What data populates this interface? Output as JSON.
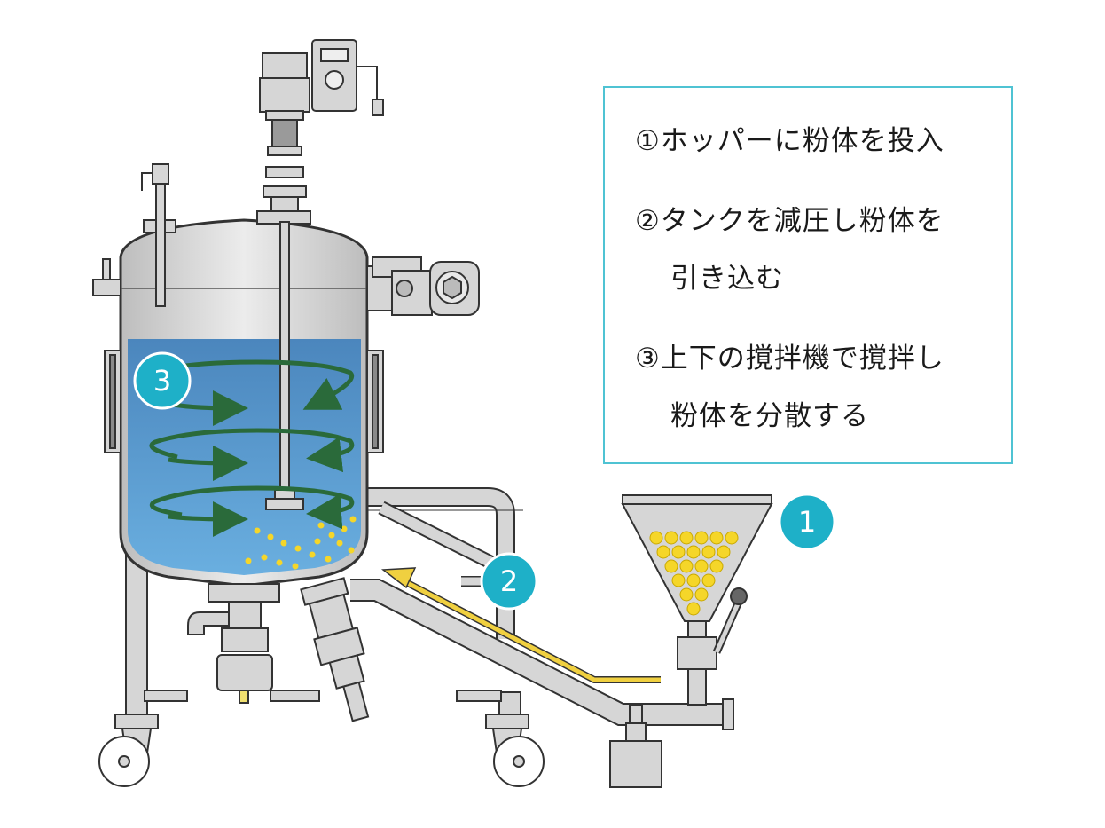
{
  "steps": [
    {
      "lines": [
        "①ホッパーに粉体を投入"
      ]
    },
    {
      "lines": [
        "②タンクを減圧し粉体を",
        "引き込む"
      ]
    },
    {
      "lines": [
        "③上下の撹拌機で撹拌し",
        "粉体を分散する"
      ]
    }
  ],
  "badges": {
    "hopper": "1",
    "suction": "2",
    "mixing": "3"
  },
  "colors": {
    "accent": "#1eb0c8",
    "box_border": "#4fc3d3",
    "liquid": "#4a8cc4",
    "flow_arrow": "#2a6a3a",
    "powder": "#f5d629",
    "suction_arrow": "#f0d040",
    "steel": "#d4d4d4"
  }
}
